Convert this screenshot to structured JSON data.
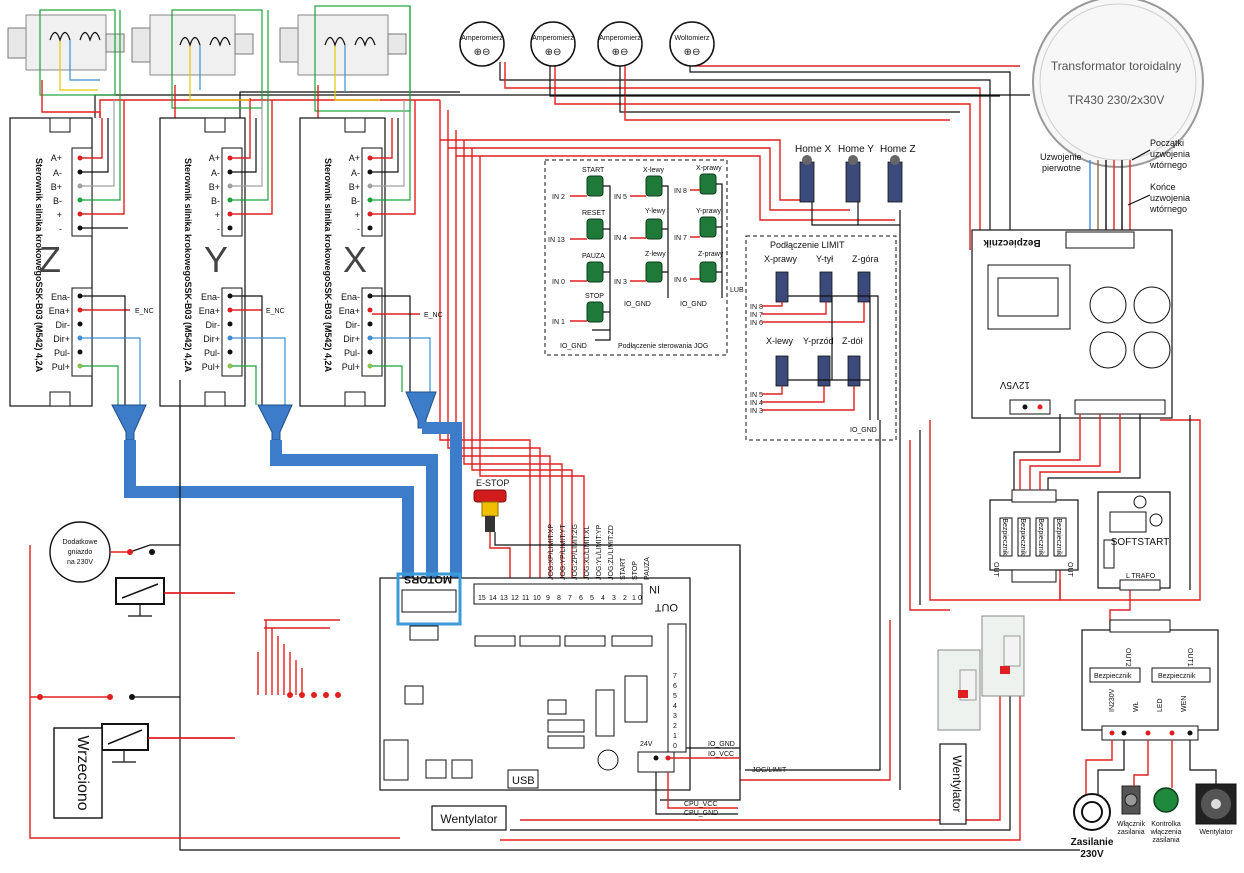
{
  "drivers": [
    {
      "letter": "Z",
      "title": "Sterownik silnika krokowegoSSK-B03 (M542) 4,2A"
    },
    {
      "letter": "Y",
      "title": "Sterownik silnika krokowegoSSK-B03 (M542) 4,2A"
    },
    {
      "letter": "X",
      "title": "Sterownik silnika krokowegoSSK-B03 (M542) 4,2A"
    }
  ],
  "driver_terminals_top": [
    "A+",
    "A-",
    "B+",
    "B-",
    "+",
    "-"
  ],
  "driver_terminals_bottom": [
    "Ena-",
    "Ena+",
    "Dir-",
    "Dir+",
    "Pul-",
    "Pul+"
  ],
  "e_nc": "E_NC",
  "meters": [
    "Amperomierz",
    "Amperomierz",
    "Amperomierz",
    "Woltomierz"
  ],
  "transformer": {
    "line1": "Transformator toroidalny",
    "line2": "TR430 230/2x30V"
  },
  "transformer_notes": {
    "primary_1": "Uzwojenie",
    "primary_2": "pierwotne",
    "start_1": "Początki",
    "start_2": "uzwojenia",
    "start_3": "wtórnego",
    "end_1": "Końce",
    "end_2": "uzwojenia",
    "end_3": "wtórnego"
  },
  "fuse_label": "Bezpiecznik",
  "home": [
    "Home X",
    "Home Y",
    "Home Z"
  ],
  "jog": {
    "title": "Podłączenie sterowania JOG",
    "buttons_left": [
      "START",
      "RESET",
      "PAUZA",
      "STOP"
    ],
    "inputs_left": [
      "IN 2",
      "IN 13",
      "IN 0",
      "IN 1"
    ],
    "buttons_mid": [
      "X-lewy",
      "Y-lewy",
      "Z-lewy"
    ],
    "inputs_mid": [
      "IN 5",
      "IN 4",
      "IN 3"
    ],
    "buttons_right": [
      "X-prawy",
      "Y-prawy",
      "Z-prawy"
    ],
    "inputs_right": [
      "IN 8",
      "IN 7",
      "IN 6"
    ],
    "gnd": "IO_GND"
  },
  "limit": {
    "title": "Podłączenie LIMIT",
    "lub": "LUB",
    "top": [
      "X-prawy",
      "Y-tył",
      "Z-góra"
    ],
    "top_in": [
      "IN 8",
      "IN 7",
      "IN 6"
    ],
    "bottom": [
      "X-lewy",
      "Y-przód",
      "Z-dół"
    ],
    "bottom_in": [
      "IN 5",
      "IN 4",
      "IN 3"
    ],
    "gnd": "IO_GND"
  },
  "psu_labels": {
    "v12": "12V",
    "v5": "5V"
  },
  "estop": "E-STOP",
  "board": {
    "motors": "MOTORS",
    "in": "IN",
    "out": "OUT",
    "usb": "USB",
    "in_numbers": [
      "15",
      "14",
      "13",
      "12",
      "11",
      "10",
      "9",
      "8",
      "7",
      "6",
      "5",
      "4",
      "3",
      "2",
      "1",
      "0"
    ],
    "signals": [
      "JOG:XP/LIMIT:XP",
      "JOG:YP/LIMIT:YT",
      "JOG:ZP/LIMIT:ZG",
      "JOG:XL/LIMIT:XL",
      "JOG:YL/LIMIT:YP",
      "JOG:ZL/LIMIT:ZD",
      "START",
      "STOP",
      "PAUZA"
    ],
    "out_numbers": [
      "0",
      "1",
      "2",
      "3",
      "4",
      "5",
      "6",
      "7"
    ],
    "vcc": "24V",
    "io_gnd": "IO_GND",
    "io_vcc": "IO_VCC",
    "jog_limit": "JOG/LIMIT",
    "cpu_vcc": "CPU_VCC",
    "cpu_gnd": "CPU_GND"
  },
  "socket": {
    "line1": "Dodatkowe",
    "line2": "gniazdo",
    "line3": "na 230V"
  },
  "spindle": "Wrzeciono",
  "fan_box_1": "Wentylator",
  "fan_box_2": "Wentylator",
  "softstart": "SOFTSTART",
  "softstart_terms": "L TRAFO",
  "out_lbl": "OUT",
  "out2": "OUT2",
  "out1": "OUT1",
  "power_module_terms": [
    "IN230V",
    "WŁ",
    "LED",
    "WEN"
  ],
  "bottom_items": {
    "zasilanie_1": "Zasilanie",
    "zasilanie_2": "230V",
    "wlacznik_1": "Włącznik",
    "wlacznik_2": "zasilania",
    "kontrolka_1": "Kontrolka",
    "kontrolka_2": "włączenia",
    "kontrolka_3": "zasilania",
    "wentylator": "Wentylator"
  },
  "colors": {
    "red": "#e02020",
    "black": "#111111",
    "green": "#1aa33a",
    "blue": "#3a8fd8",
    "cable": "#3d7cc9",
    "estop_red": "#d21c1c",
    "estop_yellow": "#f0c000"
  }
}
